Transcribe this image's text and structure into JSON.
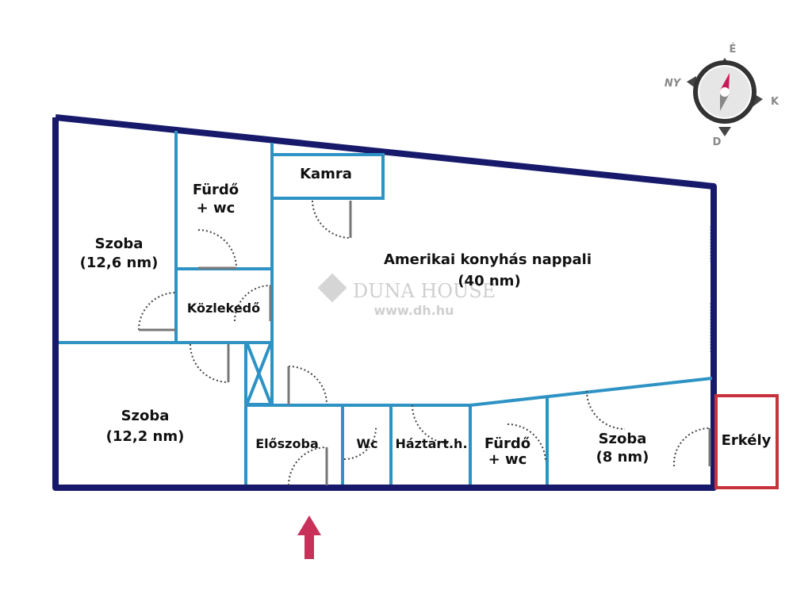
{
  "rooms": {
    "szoba1": [
      "Szoba",
      "(12,6 nm)"
    ],
    "furdo1": [
      "Fürdő",
      "+ wc"
    ],
    "kamra": "Kamra",
    "nappali": [
      "Amerikai konyhás nappali",
      "(40 nm)"
    ],
    "kozlekedo": "Közlekedő",
    "szoba2": [
      "Szoba",
      "(12,2 nm)"
    ],
    "eloszoba": "Előszoba",
    "wc": "Wc",
    "haztart": "Háztart.h.",
    "furdo2": [
      "Fürdő",
      "+ wc"
    ],
    "szoba3": [
      "Szoba",
      "(8 nm)"
    ],
    "erkely": "Erkély"
  },
  "compass": {
    "north": "É",
    "west": "NY",
    "east": "K",
    "south": "D"
  },
  "watermark": {
    "brand": "DUNA HOUSE",
    "url": "www.dh.hu"
  },
  "colors": {
    "wall": "#171a6b",
    "inner_wall": "#2e93c4",
    "balcony": "#c8323c",
    "entrance_arrow": "#c8325a"
  }
}
